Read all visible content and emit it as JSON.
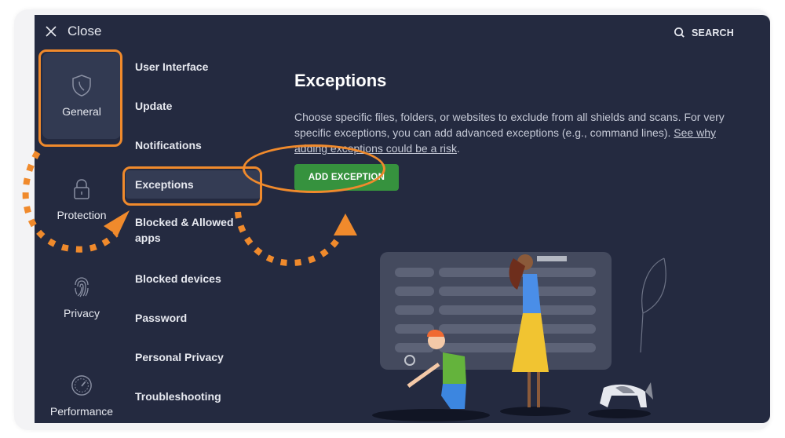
{
  "header": {
    "close_label": "Close",
    "close_icon": "close-x-icon",
    "search_label": "SEARCH",
    "search_icon": "search-icon"
  },
  "categories": [
    {
      "label": "General",
      "icon": "shield-icon",
      "active": true
    },
    {
      "label": "Protection",
      "icon": "lock-icon",
      "active": false
    },
    {
      "label": "Privacy",
      "icon": "fingerprint-icon",
      "active": false
    },
    {
      "label": "Performance",
      "icon": "speedometer-icon",
      "active": false
    }
  ],
  "submenu": [
    {
      "label": "User Interface",
      "active": false
    },
    {
      "label": "Update",
      "active": false
    },
    {
      "label": "Notifications",
      "active": false
    },
    {
      "label": "Exceptions",
      "active": true
    },
    {
      "label": "Blocked & Allowed apps",
      "active": false
    },
    {
      "label": "Blocked devices",
      "active": false
    },
    {
      "label": "Password",
      "active": false
    },
    {
      "label": "Personal Privacy",
      "active": false
    },
    {
      "label": "Troubleshooting",
      "active": false
    }
  ],
  "content": {
    "title": "Exceptions",
    "description": "Choose specific files, folders, or websites to exclude from all shields and scans. For very specific exceptions, you can add advanced exceptions (e.g., command lines).",
    "risk_link": "See why adding exceptions could be a risk",
    "risk_link_suffix": ".",
    "add_button": "ADD EXCEPTION"
  },
  "colors": {
    "background": "#242a40",
    "accent_orange": "#f08a2c",
    "button_green": "#36923e",
    "active_item": "#343c54"
  }
}
